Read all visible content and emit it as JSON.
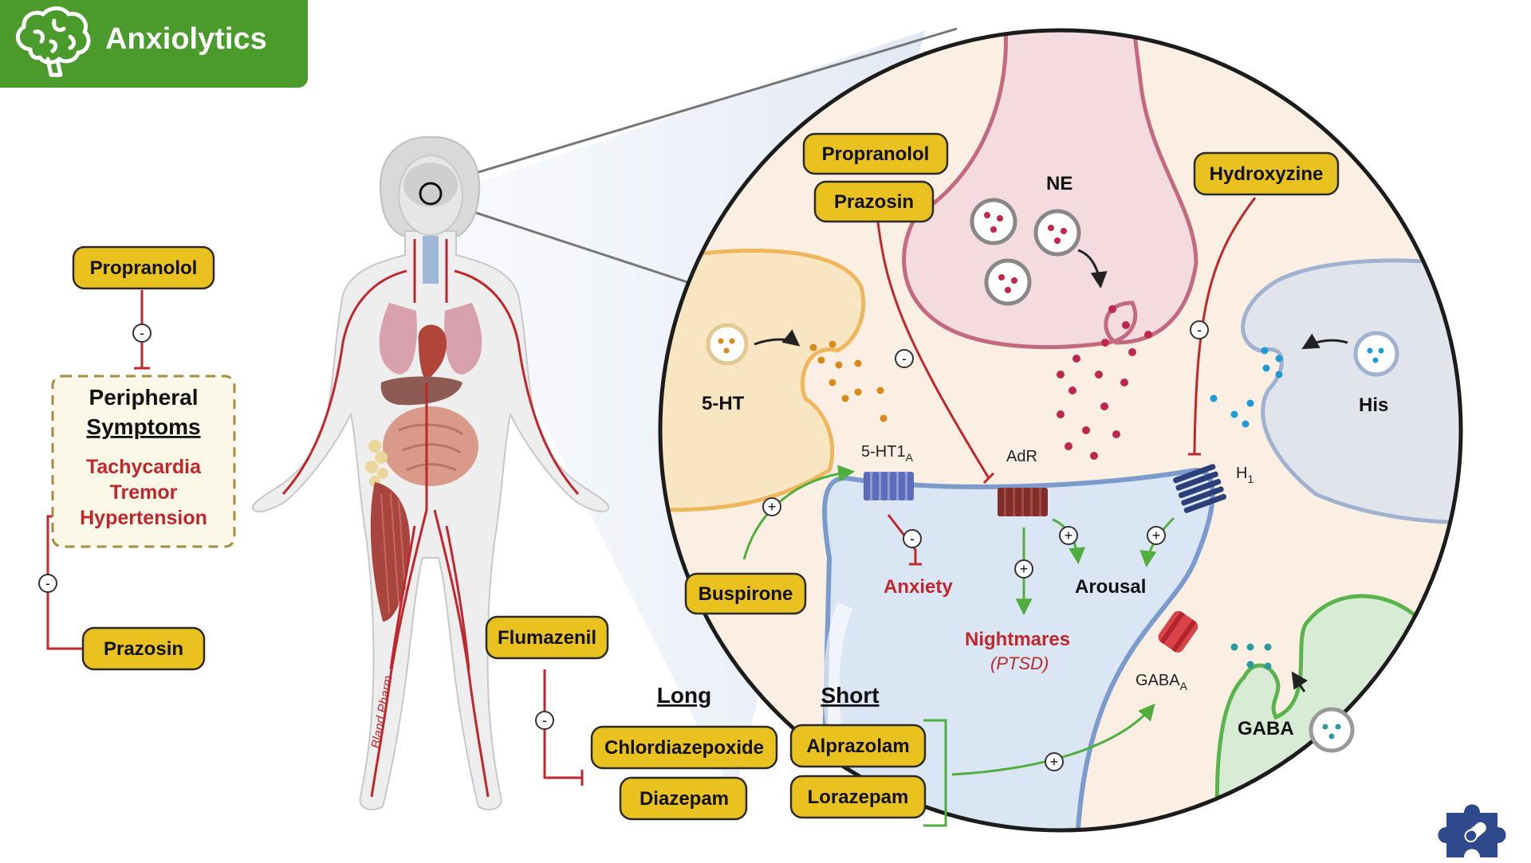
{
  "header": {
    "title": "Anxiolytics",
    "icon": "brain-icon",
    "background": "#4a9a2c"
  },
  "colors": {
    "drug_fill": "#e9c21f",
    "drug_stroke": "#2b2b2b",
    "inhibit": "#c0272d",
    "excite": "#4fae3d",
    "red_text": "#c0272d"
  },
  "left_panel": {
    "top_drug": "Propranolol",
    "box_title_line1": "Peripheral",
    "box_title_line2": "Symptoms",
    "symptoms": [
      "Tachycardia",
      "Tremor",
      "Hypertension"
    ],
    "bottom_drug": "Prazosin",
    "minus": "-"
  },
  "body_figure": {
    "watermark": "Bland Pharm"
  },
  "synapse": {
    "drugs": {
      "propranolol": "Propranolol",
      "prazosin": "Prazosin",
      "hydroxyzine": "Hydroxyzine",
      "buspirone": "Buspirone",
      "flumazenil": "Flumazenil"
    },
    "neurotransmitters": {
      "ne": "NE",
      "serotonin": "5-HT",
      "histamine": "His",
      "gaba": "GABA"
    },
    "receptors": {
      "ht1a_main": "5-HT1",
      "ht1a_sub": "A",
      "adr": "AdR",
      "h1_main": "H",
      "h1_sub": "1",
      "gabaa_main": "GABA",
      "gabaa_sub": "A"
    },
    "effects": {
      "anxiety": "Anxiety",
      "arousal": "Arousal",
      "nightmares": "Nightmares",
      "ptsd": "(PTSD)"
    },
    "plus": "+",
    "minus": "-"
  },
  "benzodiazepines": {
    "long_header": "Long",
    "short_header": "Short",
    "long": [
      "Chlordiazepoxide",
      "Diazepam"
    ],
    "short": [
      "Alprazolam",
      "Lorazepam"
    ]
  },
  "logo": {
    "icon": "puzzle-pill-icon"
  }
}
